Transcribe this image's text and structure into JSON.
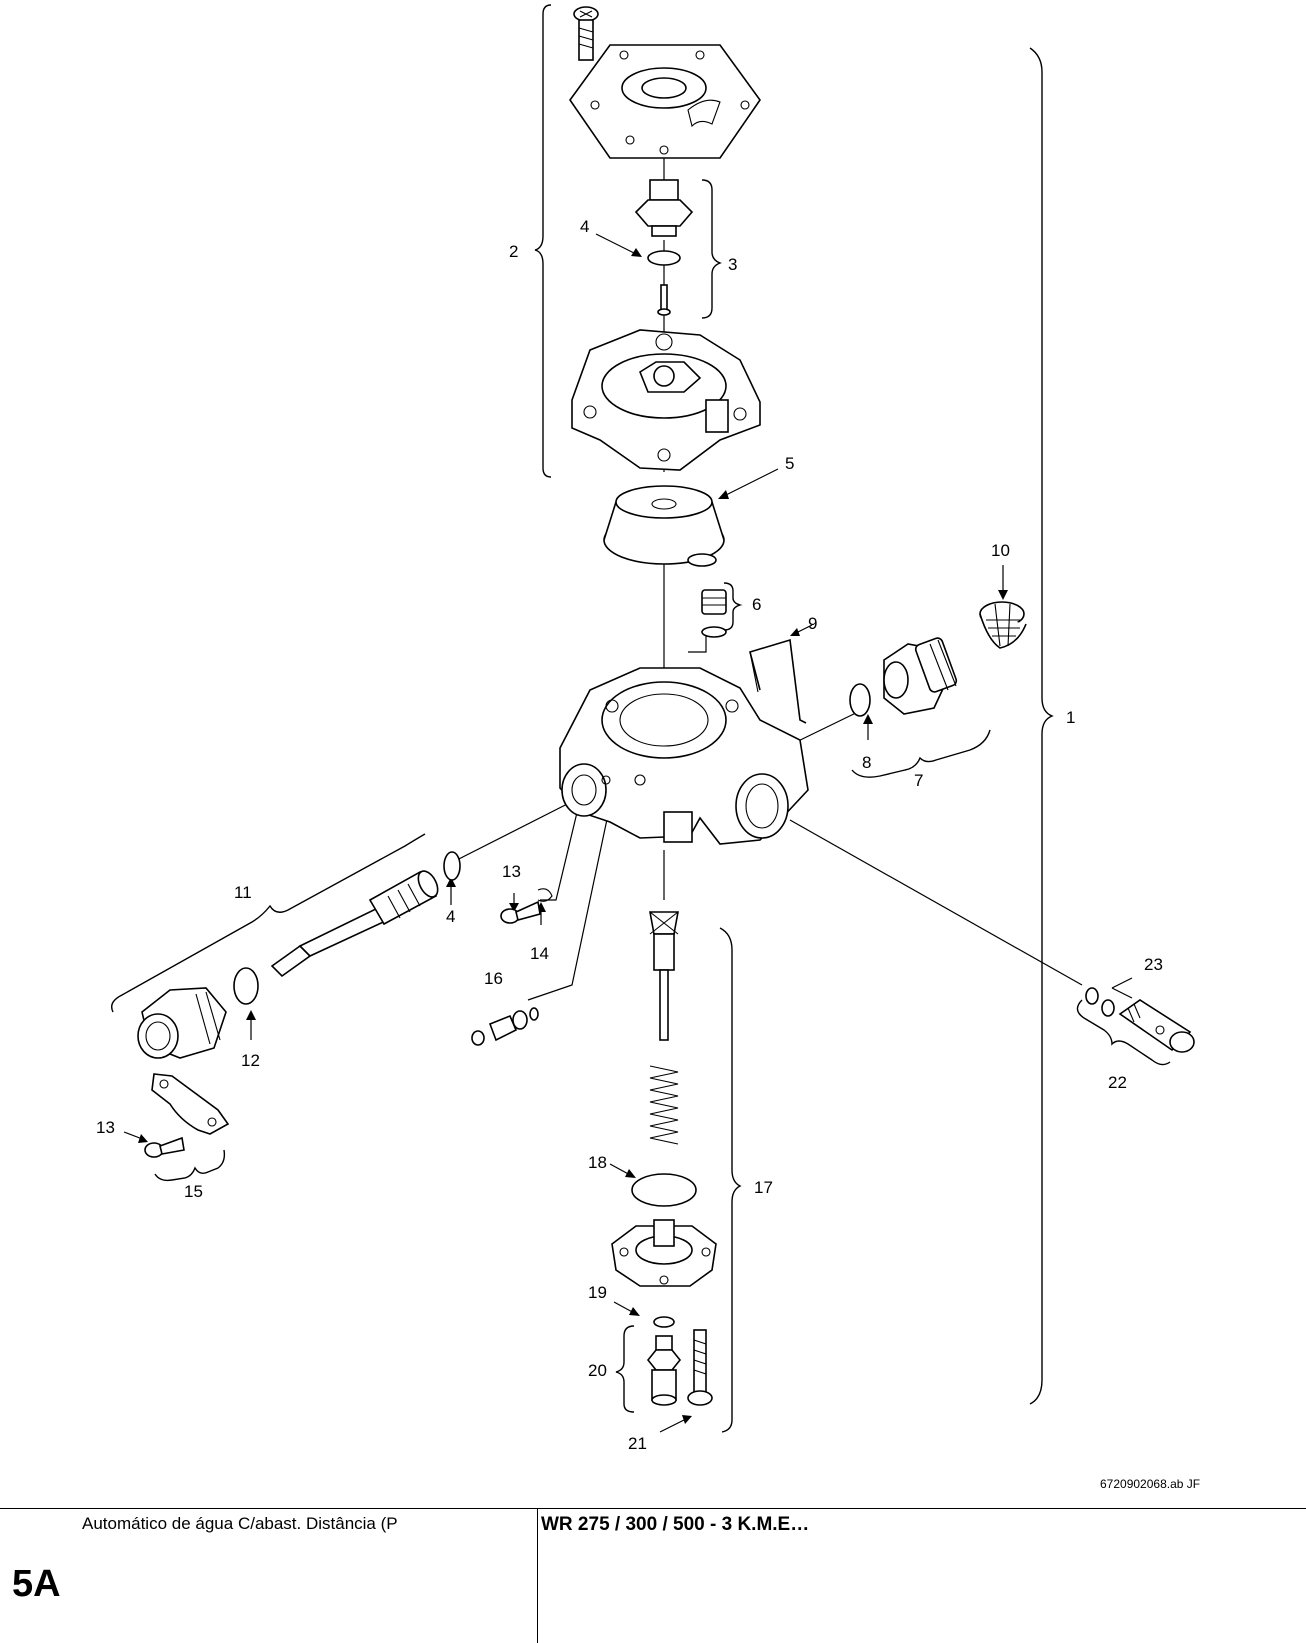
{
  "callouts": [
    {
      "id": "c1",
      "text": "1"
    },
    {
      "id": "c2",
      "text": "2"
    },
    {
      "id": "c3",
      "text": "3"
    },
    {
      "id": "c4a",
      "text": "4"
    },
    {
      "id": "c4b",
      "text": "4"
    },
    {
      "id": "c5",
      "text": "5"
    },
    {
      "id": "c6",
      "text": "6"
    },
    {
      "id": "c7",
      "text": "7"
    },
    {
      "id": "c8",
      "text": "8"
    },
    {
      "id": "c9",
      "text": "9"
    },
    {
      "id": "c10",
      "text": "10"
    },
    {
      "id": "c11",
      "text": "11"
    },
    {
      "id": "c12",
      "text": "12"
    },
    {
      "id": "c13a",
      "text": "13"
    },
    {
      "id": "c13b",
      "text": "13"
    },
    {
      "id": "c14",
      "text": "14"
    },
    {
      "id": "c15",
      "text": "15"
    },
    {
      "id": "c16",
      "text": "16"
    },
    {
      "id": "c17",
      "text": "17"
    },
    {
      "id": "c18",
      "text": "18"
    },
    {
      "id": "c19",
      "text": "19"
    },
    {
      "id": "c20",
      "text": "20"
    },
    {
      "id": "c21",
      "text": "21"
    },
    {
      "id": "c22",
      "text": "22"
    },
    {
      "id": "c23",
      "text": "23"
    }
  ],
  "drawing_number": "6720902068.ab   JF",
  "footer": {
    "description": "Automático de água C/abast. Distância (P",
    "model": "WR 275 / 300 / 500 - 3 K.M.E…",
    "page": "5A"
  }
}
